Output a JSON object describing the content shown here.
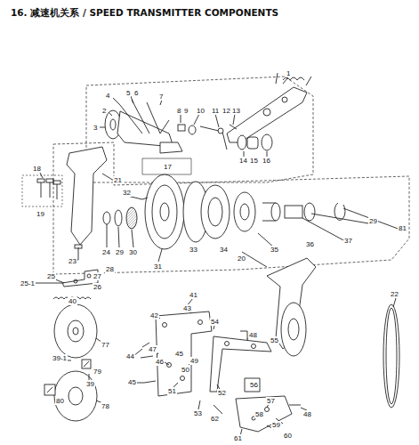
{
  "diagram": {
    "title": "16. 减速机关系 / SPEED TRANSMITTER COMPONENTS",
    "labels": [
      "1",
      "2",
      "3",
      "4",
      "5",
      "6",
      "7",
      "8",
      "9",
      "10",
      "11",
      "12",
      "13",
      "14",
      "15",
      "16",
      "17",
      "18",
      "19",
      "20",
      "21",
      "32",
      "33",
      "34",
      "35",
      "36",
      "37",
      "29",
      "81",
      "22",
      "23",
      "24",
      "29",
      "30",
      "31",
      "25-1",
      "25",
      "26",
      "27",
      "28",
      "40",
      "41",
      "42",
      "43",
      "54",
      "55",
      "48",
      "47",
      "44",
      "46",
      "49",
      "50",
      "45",
      "45",
      "51",
      "52",
      "53",
      "56",
      "57",
      "58",
      "59",
      "60",
      "48",
      "61",
      "62",
      "77",
      "39-1",
      "79",
      "39",
      "78",
      "80"
    ]
  }
}
